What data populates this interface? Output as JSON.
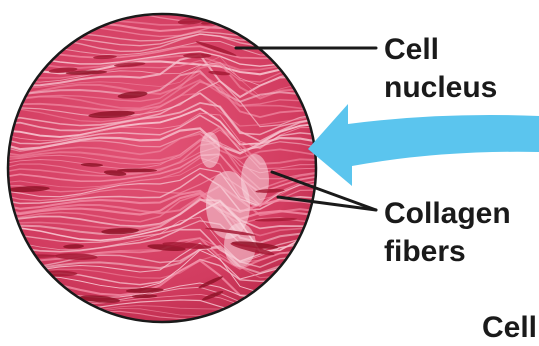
{
  "labels": {
    "cell_nucleus": [
      "Cell",
      "nucleus"
    ],
    "collagen_fibers": [
      "Collagen",
      "fibers"
    ],
    "partial_bottom_right": "Cell"
  },
  "colors": {
    "tissue_base": "#d84266",
    "tissue_dark": "#b0223f",
    "fiber_light": "#f6c3cf",
    "nucleus": "#8f1328",
    "arrow": "#5bc5ee",
    "leader_line": "#1a1a1a"
  }
}
